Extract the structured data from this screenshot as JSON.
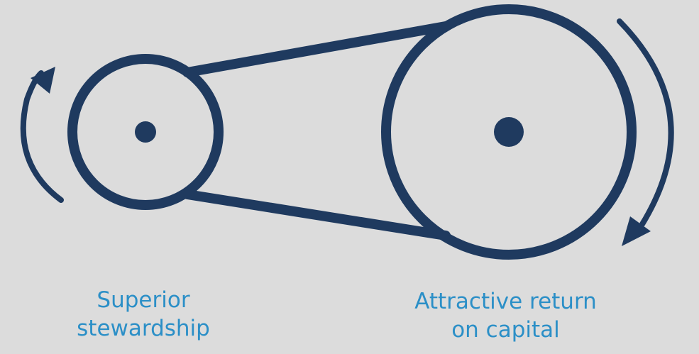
{
  "colors": {
    "background": "#dcdcdc",
    "stroke": "#1f3a5f",
    "label": "#2b8fc7"
  },
  "labels": {
    "small_pulley": [
      "Superior",
      "stewardship"
    ],
    "large_pulley": [
      "Attractive return",
      "on capital"
    ]
  },
  "icons": {
    "small_pulley_arrow": "counterclockwise-arrow-icon",
    "large_pulley_arrow": "clockwise-arrow-icon"
  }
}
